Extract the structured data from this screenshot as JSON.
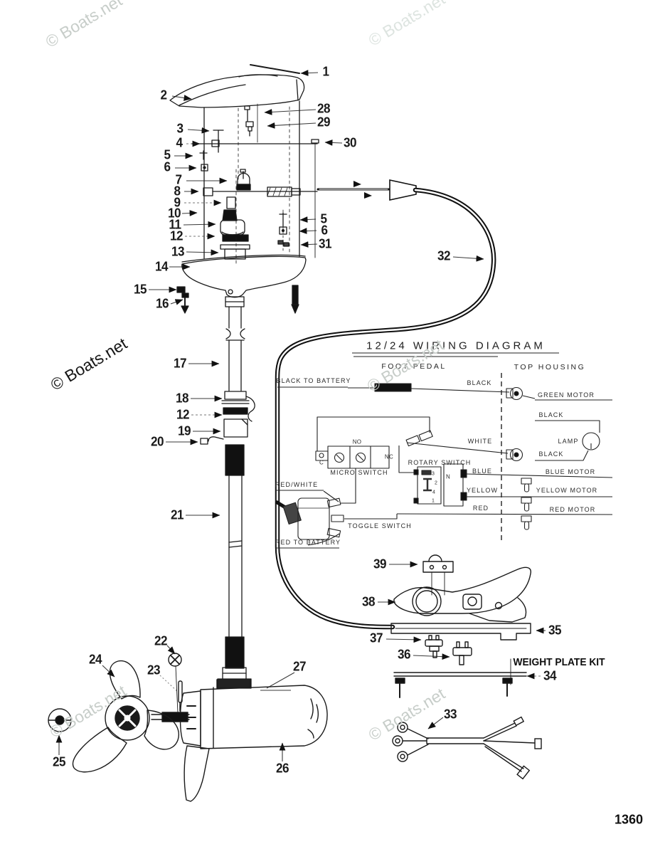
{
  "page": {
    "number": "1360"
  },
  "watermark": {
    "text": "© Boats.net"
  },
  "colors": {
    "ink": "#1a1a1a",
    "watermark_light": "#c7cdc9",
    "watermark_faint": "#dde4e0",
    "watermark_dark": "#161616"
  },
  "callouts": {
    "n1": "1",
    "n2": "2",
    "n3": "3",
    "n4": "4",
    "n5a": "5",
    "n6a": "6",
    "n7": "7",
    "n8": "8",
    "n9": "9",
    "n10": "10",
    "n11": "11",
    "n12a": "12",
    "n13": "13",
    "n14": "14",
    "n15": "15",
    "n16": "16",
    "n17": "17",
    "n18": "18",
    "n12b": "12",
    "n19": "19",
    "n20": "20",
    "n21": "21",
    "n22": "22",
    "n23": "23",
    "n24": "24",
    "n25": "25",
    "n26": "26",
    "n27": "27",
    "n28": "28",
    "n29": "29",
    "n30": "30",
    "n5b": "5",
    "n6b": "6",
    "n31": "31",
    "n32": "32",
    "n33": "33",
    "n34": "34",
    "n35": "35",
    "n36": "36",
    "n37": "37",
    "n38": "38",
    "n39": "39"
  },
  "wiring": {
    "title": "12/24 WIRING DIAGRAM",
    "foot_pedal": "FOOT PEDAL",
    "top_housing": "TOP HOUSING",
    "black_to_battery": "BLACK TO BATTERY",
    "black_top": "BLACK",
    "green_motor": "GREEN MOTOR",
    "black_mid": "BLACK",
    "white": "WHITE",
    "lamp": "LAMP",
    "black_bottom": "BLACK",
    "no": "NO",
    "nc": "NC",
    "c": "C",
    "micro_switch": "MICRO SWITCH",
    "rotary_switch": "ROTARY SWITCH",
    "rotary_n": "N",
    "rotary_pins": {
      "p3": "3",
      "p2": "2",
      "p4": "4",
      "p1": "1"
    },
    "blue": "BLUE",
    "blue_motor": "BLUE MOTOR",
    "yellow": "YELLOW",
    "yellow_motor": "YELLOW MOTOR",
    "red": "RED",
    "red_motor": "RED MOTOR",
    "red_white": "RED/WHITE",
    "toggle_switch": "TOGGLE SWITCH",
    "red_to_battery": "RED TO BATTERY"
  },
  "annotations": {
    "weight_plate_kit": "WEIGHT PLATE KIT"
  }
}
